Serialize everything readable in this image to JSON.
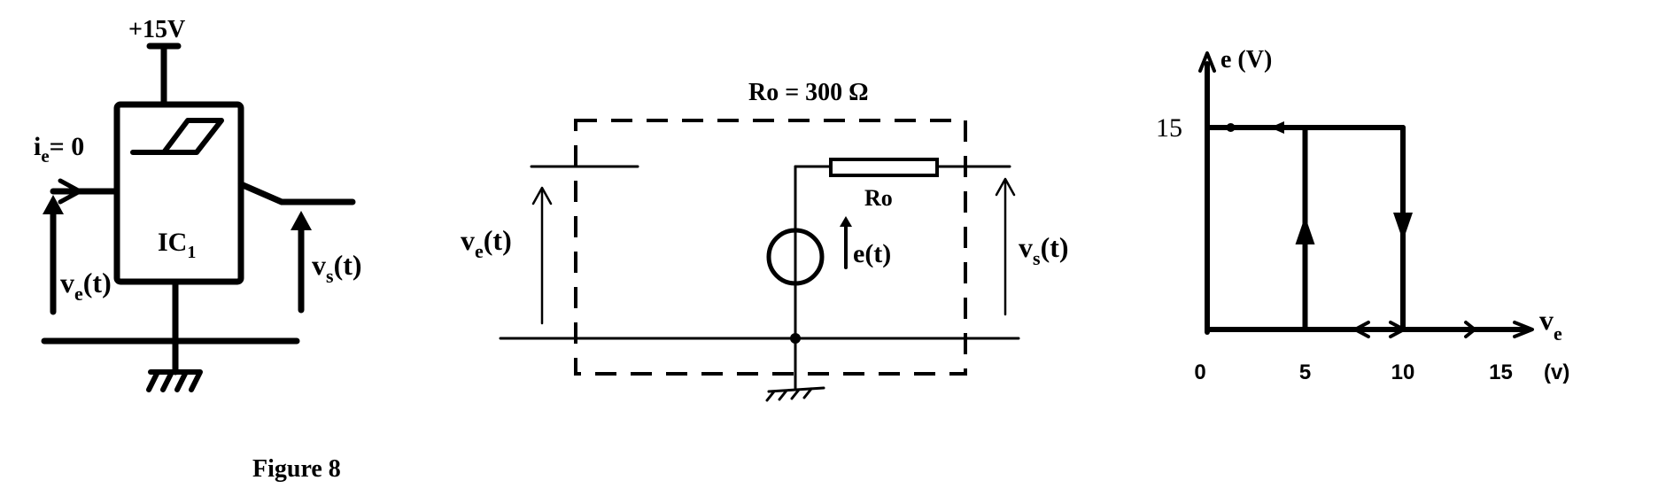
{
  "caption": "Figure 8",
  "ic_block": {
    "supply": "+15V",
    "chip": "IC",
    "chip_sub": "1",
    "ie_main": "i",
    "ie_sub": "e",
    "ie_rest": "= 0",
    "ve_main": "v",
    "ve_sub": "e",
    "ve_rest": "(t)",
    "vs_main": "v",
    "vs_sub": "s",
    "vs_rest": "(t)"
  },
  "equivalent_circuit": {
    "ro_value": "Ro = 300 Ω",
    "ro_label": "Ro",
    "source_label": "e(t)",
    "ve_main": "v",
    "ve_sub": "e",
    "ve_rest": "(t)",
    "vs_main": "v",
    "vs_sub": "s",
    "vs_rest": "(t)"
  },
  "characteristic": {
    "y_axis_label": "e (V)",
    "x_axis_main": "v",
    "x_axis_sub": "e",
    "y_tick": "15",
    "x_ticks": [
      "0",
      "5",
      "10",
      "15"
    ],
    "x_unit": "(v)",
    "high_level": 15,
    "low_level": 0,
    "rising_threshold": 5,
    "falling_threshold": 10
  }
}
